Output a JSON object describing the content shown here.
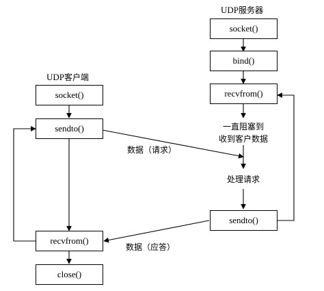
{
  "server": {
    "title_prefix": "UDP",
    "title_suffix": "服务器",
    "socket": "socket()",
    "bind": "bind()",
    "recvfrom": "recvfrom()",
    "block_line1": "一直阻塞到",
    "block_line2": "收到客户数据",
    "process": "处理请求",
    "sendto": "sendto()"
  },
  "client": {
    "title_prefix": "UDP",
    "title_suffix": "客户端",
    "socket": "socket()",
    "sendto": "sendto()",
    "recvfrom": "recvfrom()",
    "close": "close()"
  },
  "messages": {
    "request": "数据（请求）",
    "response": "数据（应答）"
  },
  "colors": {
    "line": "#000000",
    "box_border": "#000000",
    "background": "#ffffff"
  }
}
